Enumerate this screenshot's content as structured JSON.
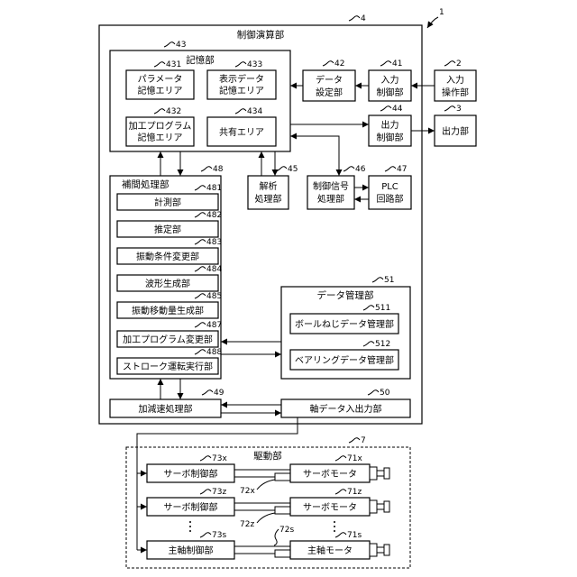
{
  "system_ref": "1",
  "control_unit": {
    "title": "制御演算部",
    "ref": "4"
  },
  "storage": {
    "title": "記憶部",
    "ref": "43",
    "parameter_area": {
      "lines": [
        "パラメータ",
        "記憶エリア"
      ],
      "ref": "431"
    },
    "program_area": {
      "lines": [
        "加工プログラム",
        "記憶エリア"
      ],
      "ref": "432"
    },
    "display_data_area": {
      "lines": [
        "表示データ",
        "記憶エリア"
      ],
      "ref": "433"
    },
    "shared_area": {
      "label": "共有エリア",
      "ref": "434"
    }
  },
  "input_operation": {
    "lines": [
      "入力",
      "操作部"
    ],
    "ref": "2"
  },
  "output_unit": {
    "label": "出力部",
    "ref": "3"
  },
  "input_control": {
    "lines": [
      "入力",
      "制御部"
    ],
    "ref": "41"
  },
  "data_setting": {
    "lines": [
      "データ",
      "設定部"
    ],
    "ref": "42"
  },
  "output_control": {
    "lines": [
      "出力",
      "制御部"
    ],
    "ref": "44"
  },
  "analysis": {
    "lines": [
      "解析",
      "処理部"
    ],
    "ref": "45"
  },
  "control_signal": {
    "lines": [
      "制御信号",
      "処理部"
    ],
    "ref": "46"
  },
  "plc": {
    "lines": [
      "PLC",
      "回路部"
    ],
    "ref": "47"
  },
  "interpolation": {
    "title": "補間処理部",
    "ref": "48",
    "units": [
      {
        "label": "計測部",
        "ref": "481"
      },
      {
        "label": "推定部",
        "ref": "482"
      },
      {
        "label": "振動条件変更部",
        "ref": "483"
      },
      {
        "label": "波形生成部",
        "ref": "484"
      },
      {
        "label": "振動移動量生成部",
        "ref": "485"
      },
      {
        "label": "加工プログラム変更部",
        "ref": "487"
      },
      {
        "label": "ストローク運転実行部",
        "ref": "488"
      }
    ]
  },
  "data_management": {
    "title": "データ管理部",
    "ref": "51",
    "ball_screw": {
      "label": "ボールねじデータ管理部",
      "ref": "511"
    },
    "bearing": {
      "label": "ベアリングデータ管理部",
      "ref": "512"
    }
  },
  "accel_decel": {
    "label": "加減速処理部",
    "ref": "49"
  },
  "axis_data_io": {
    "label": "軸データ入出力部",
    "ref": "50"
  },
  "drive": {
    "title": "駆動部",
    "ref": "7",
    "rows": [
      {
        "controller": "サーボ制御部",
        "controller_ref": "73x",
        "motor": "サーボモータ",
        "motor_ref": "71x",
        "detector_ref": "72x"
      },
      {
        "controller": "サーボ制御部",
        "controller_ref": "73z",
        "motor": "サーボモータ",
        "motor_ref": "71z",
        "detector_ref": "72z"
      },
      {
        "controller": "主軸制御部",
        "controller_ref": "73s",
        "motor": "主軸モータ",
        "motor_ref": "71s",
        "detector_ref": "72s"
      }
    ]
  }
}
